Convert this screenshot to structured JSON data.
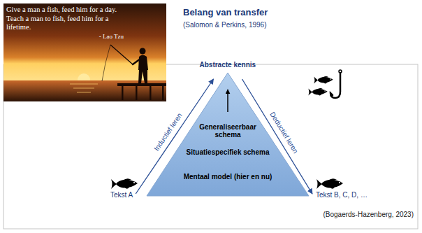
{
  "diagram": {
    "title": "Belang van transfer",
    "caption": "(Bogaerds-Hazenberg, 2023)",
    "nodes": [
      {
        "text": [
          "Tekst A"
        ]
      },
      {
        "text": [
          "Abstracte kennis",
          "Generaliseerbaar schema",
          "Situatiespecifiek schema",
          "Mentaal model (hier en nu)"
        ]
      },
      {
        "text": [
          "Tekst B, C, D, …"
        ]
      }
    ],
    "edges": [
      {
        "from": 0,
        "to": 1,
        "arrow": "to",
        "label": "Inductief leren"
      },
      {
        "from": 1,
        "to": 2,
        "arrow": "to",
        "label": "Deductief leren"
      }
    ],
    "labels": [
      "(Salomon & Perkins, 1996)",
      "Give a man a fish, feed him for a day. Teach a man to fish, feed him for a lifetime.",
      "- Lao Tzu"
    ]
  }
}
